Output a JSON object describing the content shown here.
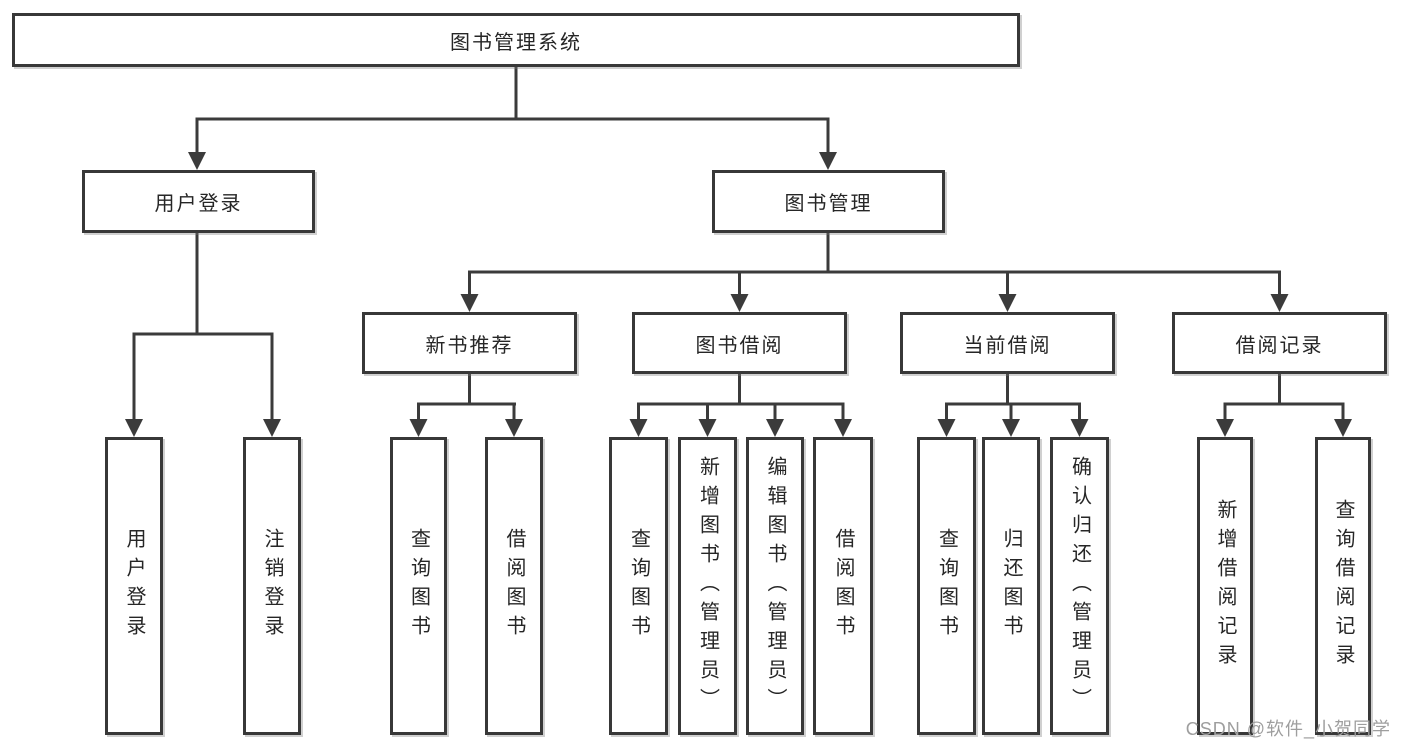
{
  "diagram": {
    "root": {
      "label": "图书管理系统"
    },
    "branches": [
      {
        "label": "用户登录",
        "leaves": [
          {
            "label": "用户登录"
          },
          {
            "label": "注销登录"
          }
        ]
      },
      {
        "label": "图书管理",
        "children": [
          {
            "label": "新书推荐",
            "leaves": [
              {
                "label": "查询图书"
              },
              {
                "label": "借阅图书"
              }
            ]
          },
          {
            "label": "图书借阅",
            "leaves": [
              {
                "label": "查询图书"
              },
              {
                "label": "新增图书（管理员）"
              },
              {
                "label": "编辑图书（管理员）"
              },
              {
                "label": "借阅图书"
              }
            ]
          },
          {
            "label": "当前借阅",
            "leaves": [
              {
                "label": "查询图书"
              },
              {
                "label": "归还图书"
              },
              {
                "label": "确认归还（管理员）"
              }
            ]
          },
          {
            "label": "借阅记录",
            "leaves": [
              {
                "label": "新增借阅记录"
              },
              {
                "label": "查询借阅记录"
              }
            ]
          }
        ]
      }
    ]
  },
  "watermark": {
    "text": "CSDN @软件_小贺同学"
  },
  "colors": {
    "line": "#3b3b3b",
    "box_border": "#383838",
    "text": "#262626",
    "watermark": "#9e9e9e",
    "background": "#ffffff"
  }
}
